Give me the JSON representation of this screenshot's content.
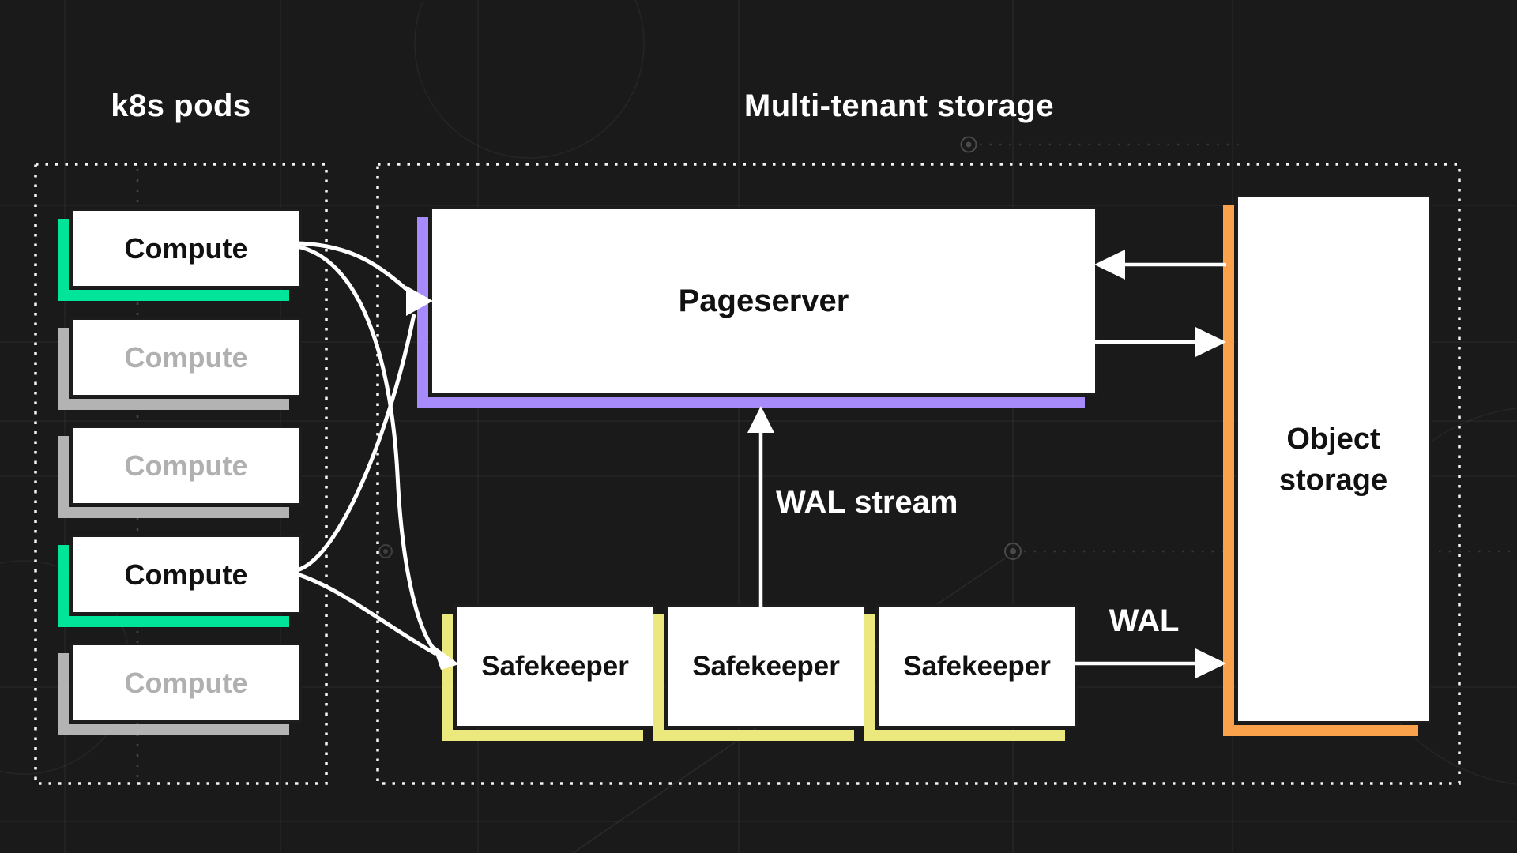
{
  "diagram": {
    "kind": "architecture-diagram",
    "titles": {
      "k8s": "k8s pods",
      "storage": "Multi-tenant storage"
    },
    "compute": {
      "items": [
        {
          "label": "Compute",
          "state": "active"
        },
        {
          "label": "Compute",
          "state": "inactive"
        },
        {
          "label": "Compute",
          "state": "inactive"
        },
        {
          "label": "Compute",
          "state": "active"
        },
        {
          "label": "Compute",
          "state": "inactive"
        }
      ]
    },
    "pageserver": {
      "label": "Pageserver"
    },
    "safekeepers": {
      "items": [
        {
          "label": "Safekeeper"
        },
        {
          "label": "Safekeeper"
        },
        {
          "label": "Safekeeper"
        }
      ]
    },
    "object_storage": {
      "label": "Object storage"
    },
    "annotations": {
      "wal_stream": "WAL stream",
      "wal": "WAL"
    },
    "colors": {
      "background": "#1a1a1a",
      "active_accent": "#00e599",
      "inactive_accent": "#b3b3b3",
      "pageserver_accent": "#a78bfa",
      "safekeeper_accent": "#ebe87d",
      "object_storage_accent": "#f9a14b",
      "box_fill": "#ffffff",
      "box_text": "#111111",
      "inactive_text": "#b0b0b0",
      "arrow": "#ffffff"
    }
  }
}
